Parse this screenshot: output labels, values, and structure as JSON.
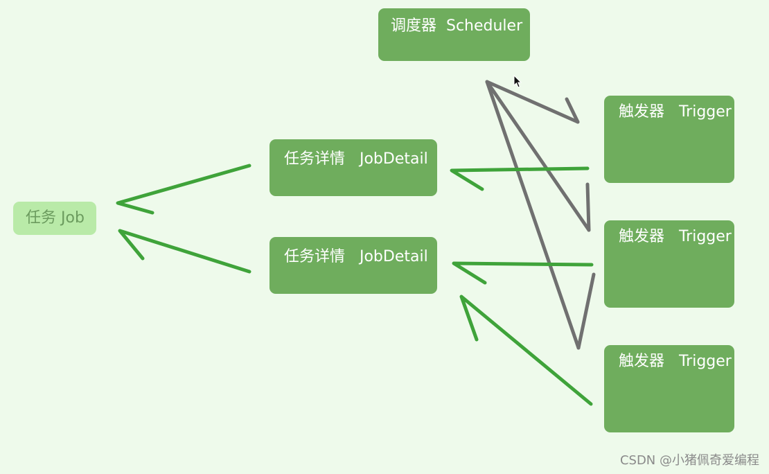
{
  "diagram": {
    "scheduler_label": "调度器  Scheduler",
    "detail_labels": [
      "任务详情   JobDetail",
      "任务详情   JobDetail"
    ],
    "trigger_labels": [
      "触发器   Trigger",
      "触发器   Trigger",
      "触发器   Trigger"
    ],
    "job_label": "任务 Job",
    "watermark": "CSDN @小猪佩奇爱编程"
  },
  "colors": {
    "background": "#eefaeb",
    "node_fill": "#6fad5d",
    "job_fill": "#b9eaa8",
    "job_text": "#6b9b5e",
    "green_arrow": "#3fa33a",
    "gray_arrow": "#707070",
    "watermark_text": "#8a8a8a"
  }
}
